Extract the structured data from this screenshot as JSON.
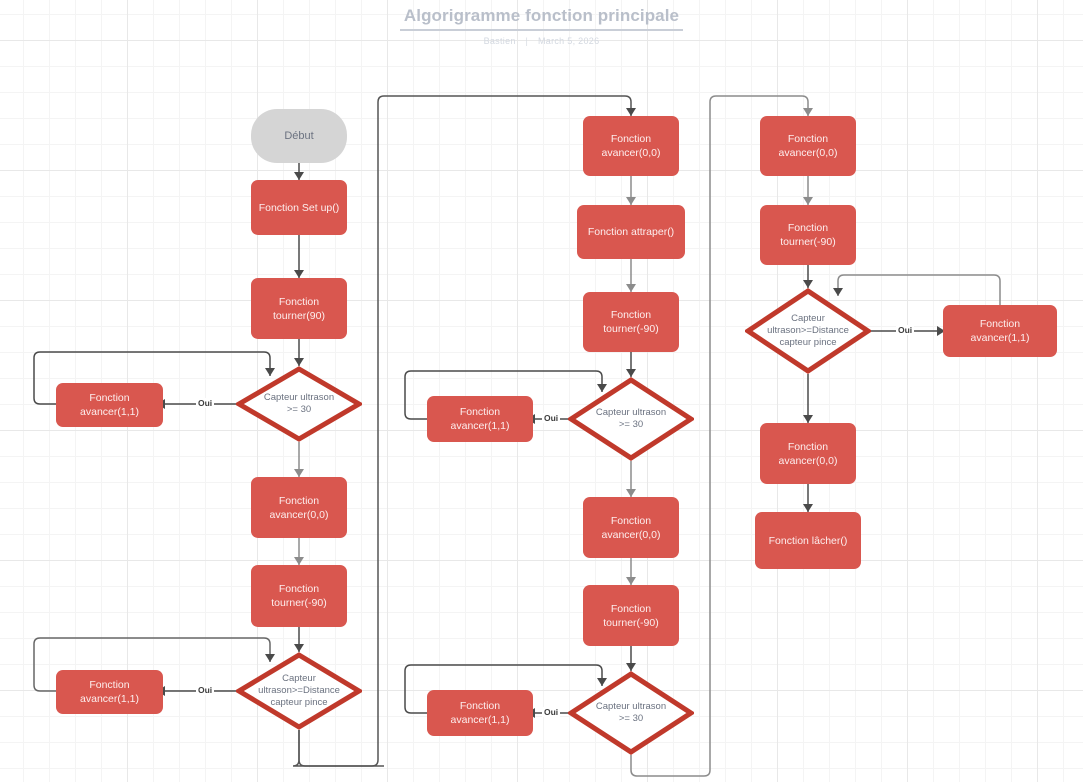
{
  "header": {
    "title": "Algorigramme fonction principale",
    "author": "Bastien",
    "separator": "|",
    "date": "March 5, 2026"
  },
  "theme": {
    "process_fill": "#d9574f",
    "process_text": "#fdeeee",
    "terminal_fill": "#d5d5d5",
    "terminal_text": "#6b7280",
    "decision_stroke": "#c0392b",
    "decision_text": "#6b7280",
    "connector": "#4a4a4a",
    "connector_light": "#9a9a9a",
    "grid_line": "#e8e8e8",
    "background": "#ffffff"
  },
  "labels": {
    "yes": "Oui"
  },
  "column1": {
    "start": "Début",
    "setup": "Fonction Set up()",
    "turn90": "Fonction\ntourner(90)",
    "decision1": "Capteur ultrason\n>= 30",
    "loop1": "Fonction\navancer(1,1)",
    "stop1": "Fonction\navancer(0,0)",
    "turn_minus90": "Fonction\ntourner(-90)",
    "decision2": "Capteur\nultrason>=Distance\ncapteur pince",
    "loop2": "Fonction\navancer(1,1)"
  },
  "column2": {
    "stop1": "Fonction\navancer(0,0)",
    "grab": "Fonction attraper()",
    "turn_minus90_a": "Fonction\ntourner(-90)",
    "decision1": "Capteur ultrason\n>= 30",
    "loop1": "Fonction\navancer(1,1)",
    "stop2": "Fonction\navancer(0,0)",
    "turn_minus90_b": "Fonction\ntourner(-90)",
    "decision2": "Capteur ultrason\n>= 30",
    "loop2": "Fonction\navancer(1,1)"
  },
  "column3": {
    "stop1": "Fonction\navancer(0,0)",
    "turn_minus90": "Fonction\ntourner(-90)",
    "decision1": "Capteur\nultrason>=Distance\ncapteur pince",
    "loop1": "Fonction\navancer(1,1)",
    "stop2": "Fonction\navancer(0,0)",
    "release": "Fonction lâcher()"
  },
  "chart_data": {
    "type": "diagram",
    "diagram_type": "flowchart",
    "title": "Algorigramme fonction principale",
    "orientation": "three-column top-to-bottom with wrap connectors",
    "nodes": [
      {
        "id": "n1",
        "column": 1,
        "shape": "terminal",
        "text": "Début"
      },
      {
        "id": "n2",
        "column": 1,
        "shape": "process",
        "text": "Fonction Set up()"
      },
      {
        "id": "n3",
        "column": 1,
        "shape": "process",
        "text": "Fonction tourner(90)"
      },
      {
        "id": "n4",
        "column": 1,
        "shape": "decision",
        "text": "Capteur ultrason >= 30"
      },
      {
        "id": "n5",
        "column": 1,
        "shape": "process",
        "text": "Fonction avancer(1,1)"
      },
      {
        "id": "n6",
        "column": 1,
        "shape": "process",
        "text": "Fonction avancer(0,0)"
      },
      {
        "id": "n7",
        "column": 1,
        "shape": "process",
        "text": "Fonction tourner(-90)"
      },
      {
        "id": "n8",
        "column": 1,
        "shape": "decision",
        "text": "Capteur ultrason>=Distance capteur pince"
      },
      {
        "id": "n9",
        "column": 1,
        "shape": "process",
        "text": "Fonction avancer(1,1)"
      },
      {
        "id": "n10",
        "column": 2,
        "shape": "process",
        "text": "Fonction avancer(0,0)"
      },
      {
        "id": "n11",
        "column": 2,
        "shape": "process",
        "text": "Fonction attraper()"
      },
      {
        "id": "n12",
        "column": 2,
        "shape": "process",
        "text": "Fonction tourner(-90)"
      },
      {
        "id": "n13",
        "column": 2,
        "shape": "decision",
        "text": "Capteur ultrason >= 30"
      },
      {
        "id": "n14",
        "column": 2,
        "shape": "process",
        "text": "Fonction avancer(1,1)"
      },
      {
        "id": "n15",
        "column": 2,
        "shape": "process",
        "text": "Fonction avancer(0,0)"
      },
      {
        "id": "n16",
        "column": 2,
        "shape": "process",
        "text": "Fonction tourner(-90)"
      },
      {
        "id": "n17",
        "column": 2,
        "shape": "decision",
        "text": "Capteur ultrason >= 30"
      },
      {
        "id": "n18",
        "column": 2,
        "shape": "process",
        "text": "Fonction avancer(1,1)"
      },
      {
        "id": "n19",
        "column": 3,
        "shape": "process",
        "text": "Fonction avancer(0,0)"
      },
      {
        "id": "n20",
        "column": 3,
        "shape": "process",
        "text": "Fonction tourner(-90)"
      },
      {
        "id": "n21",
        "column": 3,
        "shape": "decision",
        "text": "Capteur ultrason>=Distance capteur pince"
      },
      {
        "id": "n22",
        "column": 3,
        "shape": "process",
        "text": "Fonction avancer(1,1)"
      },
      {
        "id": "n23",
        "column": 3,
        "shape": "process",
        "text": "Fonction avancer(0,0)"
      },
      {
        "id": "n24",
        "column": 3,
        "shape": "process",
        "text": "Fonction lâcher()"
      }
    ],
    "edges": [
      {
        "from": "n1",
        "to": "n2",
        "label": ""
      },
      {
        "from": "n2",
        "to": "n3",
        "label": ""
      },
      {
        "from": "n3",
        "to": "n4",
        "label": ""
      },
      {
        "from": "n4",
        "to": "n5",
        "label": "Oui"
      },
      {
        "from": "n5",
        "to": "n4",
        "label": ""
      },
      {
        "from": "n4",
        "to": "n6",
        "label": ""
      },
      {
        "from": "n6",
        "to": "n7",
        "label": ""
      },
      {
        "from": "n7",
        "to": "n8",
        "label": ""
      },
      {
        "from": "n8",
        "to": "n9",
        "label": "Oui"
      },
      {
        "from": "n9",
        "to": "n8",
        "label": ""
      },
      {
        "from": "n8",
        "to": "n10",
        "label": ""
      },
      {
        "from": "n10",
        "to": "n11",
        "label": ""
      },
      {
        "from": "n11",
        "to": "n12",
        "label": ""
      },
      {
        "from": "n12",
        "to": "n13",
        "label": ""
      },
      {
        "from": "n13",
        "to": "n14",
        "label": "Oui"
      },
      {
        "from": "n14",
        "to": "n13",
        "label": ""
      },
      {
        "from": "n13",
        "to": "n15",
        "label": ""
      },
      {
        "from": "n15",
        "to": "n16",
        "label": ""
      },
      {
        "from": "n16",
        "to": "n17",
        "label": ""
      },
      {
        "from": "n17",
        "to": "n18",
        "label": "Oui"
      },
      {
        "from": "n18",
        "to": "n17",
        "label": ""
      },
      {
        "from": "n17",
        "to": "n19",
        "label": ""
      },
      {
        "from": "n19",
        "to": "n20",
        "label": ""
      },
      {
        "from": "n20",
        "to": "n21",
        "label": ""
      },
      {
        "from": "n21",
        "to": "n22",
        "label": "Oui"
      },
      {
        "from": "n22",
        "to": "n21",
        "label": ""
      },
      {
        "from": "n21",
        "to": "n23",
        "label": ""
      },
      {
        "from": "n23",
        "to": "n24",
        "label": ""
      }
    ]
  }
}
